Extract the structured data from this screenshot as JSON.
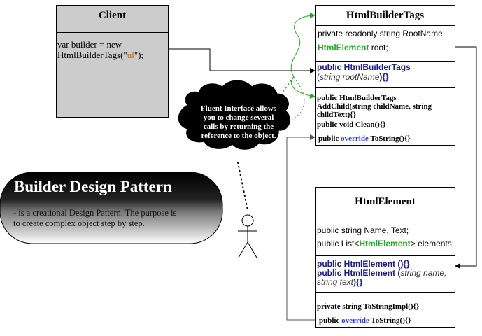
{
  "client": {
    "title": "Client",
    "code_line1": "var builder = new",
    "code_line2_pre": "HtmlBuilderTags(\"",
    "code_line2_arg": "ul",
    "code_line2_post": "\");"
  },
  "html_builder_tags": {
    "title": "HtmlBuilderTags",
    "field1": "private readonly string RootName;",
    "field2_type": "HtmlElement",
    "field2_rest": " root;",
    "ctor_line1": "public HtmlBuilderTags",
    "ctor_paren_open": "(",
    "ctor_param": "string rootName",
    "ctor_paren_close": "){}",
    "method1_line1": "public HtmlBuilderTags",
    "method1_line2": "AddChild(string childName, string",
    "method1_line3": "childText){}",
    "method2": "public void Clean(){}",
    "method3_pre": "public ",
    "method3_kw": "override",
    "method3_post": " ToString(){}"
  },
  "html_element": {
    "title": "HtmlElement",
    "field1": "public string Name, Text;",
    "field2_pre": "public List<",
    "field2_type": "HtmlElement",
    "field2_post": "> elements;",
    "ctor1": "public HtmlElement (){}",
    "ctor2_pre": "public HtmlElement (",
    "ctor2_params_line1": "string name,",
    "ctor2_params_line2": "string text",
    "ctor2_close": "){}",
    "method1": "private string ToStringImpl(){}",
    "method2_pre": "public ",
    "method2_kw": "override",
    "method2_post": " ToString(){}"
  },
  "cloud": {
    "line1": "Fluent Interface allows",
    "line2": "you to change several",
    "line3": "calls by returning the",
    "line4": "reference to the object."
  },
  "title_panel": {
    "heading": "Builder Design Pattern",
    "desc_line1": "- is a creational Design Pattern.  The purpose is",
    "desc_line2": "to create complex object step by step."
  },
  "colors": {
    "client_fill": "#cccccc",
    "accent_green": "#22aa22",
    "keyword_blue": "#2b3bff",
    "keyword_navy": "#1b1b8a",
    "string_orange": "#c86400"
  }
}
